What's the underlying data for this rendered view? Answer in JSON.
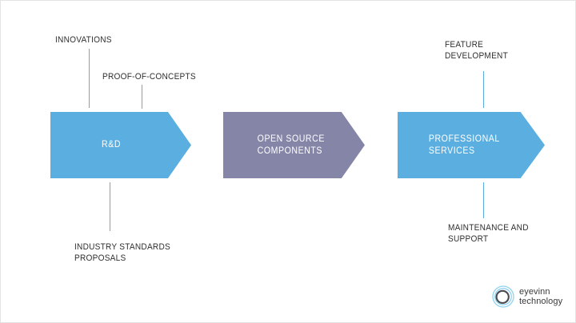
{
  "canvas": {
    "background": "#ffffff",
    "border_color": "#e3e3e3",
    "accent_blue": "#5BAEE0",
    "accent_purple": "#8585A8",
    "label_color": "#2f2f2f"
  },
  "stages": [
    {
      "id": "rd",
      "label": "R&D",
      "color": "#5BAEE0"
    },
    {
      "id": "open-source-components",
      "label": "OPEN SOURCE\nCOMPONENTS",
      "color": "#8585A8"
    },
    {
      "id": "professional-services",
      "label": "PROFESSIONAL\nSERVICES",
      "color": "#5BAEE0"
    }
  ],
  "annotations": {
    "innovations": "INNOVATIONS",
    "proof_of_concepts": "PROOF-OF-CONCEPTS",
    "feature_development": "FEATURE\nDEVELOPMENT",
    "industry_standards": "INDUSTRY STANDARDS\nPROPOSALS",
    "maintenance_and_support": "MAINTENANCE AND\nSUPPORT"
  },
  "logo": {
    "name": "eyevinn technology",
    "text": "eyevinn\ntechnology",
    "mark": "concentric-rings-icon",
    "ring_outer_color": "#7ec8e8",
    "ring_inner_color": "#4a4a52"
  }
}
